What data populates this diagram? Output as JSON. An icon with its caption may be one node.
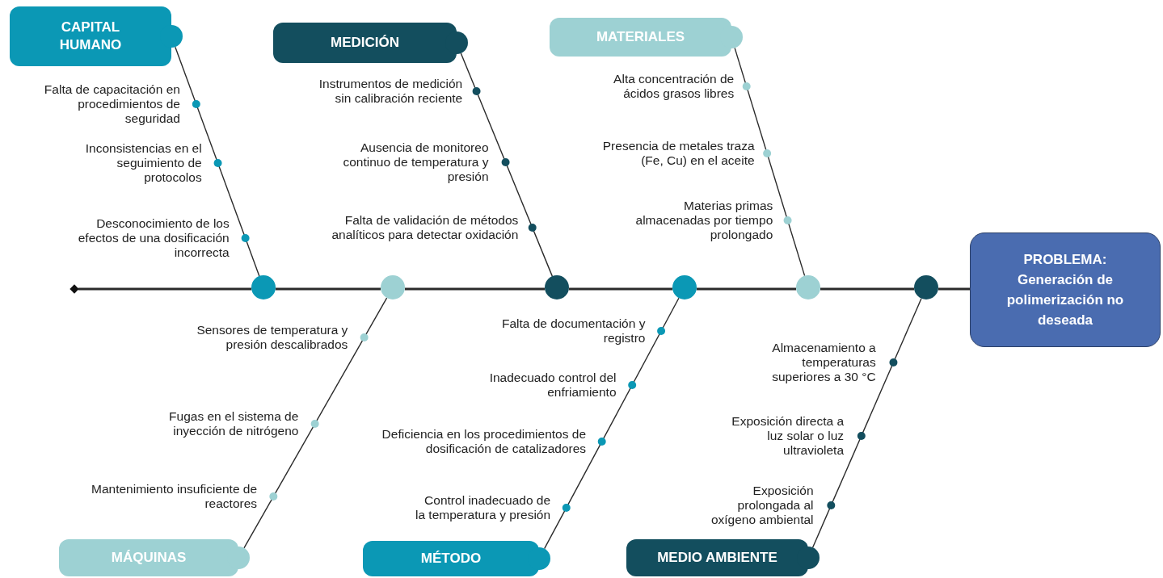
{
  "diagram": {
    "nodes": [
      {
        "text": [
          "CAPITAL HUMANO"
        ]
      },
      {
        "text": [
          "MEDICIÓN"
        ]
      },
      {
        "text": [
          "MATERIALES"
        ]
      },
      {
        "text": [
          "PROBLEMA:",
          "Generación de polimerización no deseada"
        ]
      },
      {
        "text": [
          "MÁQUINAS"
        ]
      },
      {
        "text": [
          "MÉTODO"
        ]
      },
      {
        "text": [
          "MEDIO AMBIENTE"
        ]
      },
      {
        "text": [],
        "shape": "diamond"
      },
      {
        "text": [],
        "shape": "circle"
      },
      {
        "text": [],
        "shape": "circle"
      },
      {
        "text": [],
        "shape": "circle"
      },
      {
        "text": [],
        "shape": "circle"
      },
      {
        "text": [],
        "shape": "circle"
      },
      {
        "text": [],
        "shape": "circle"
      }
    ],
    "edges": [
      {
        "from": 0,
        "to": 8,
        "arrow": "none"
      },
      {
        "from": 1,
        "to": 10,
        "arrow": "none"
      },
      {
        "from": 2,
        "to": 12,
        "arrow": "none"
      },
      {
        "from": 4,
        "to": 9,
        "arrow": "none"
      },
      {
        "from": 5,
        "to": 11,
        "arrow": "none"
      },
      {
        "from": 6,
        "to": 13,
        "arrow": "none"
      },
      {
        "from": 7,
        "to": 8,
        "arrow": "none"
      },
      {
        "from": 8,
        "to": 9,
        "arrow": "none"
      },
      {
        "from": 9,
        "to": 10,
        "arrow": "none"
      },
      {
        "from": 10,
        "to": 11,
        "arrow": "none"
      },
      {
        "from": 11,
        "to": 12,
        "arrow": "none"
      },
      {
        "from": 12,
        "to": 13,
        "arrow": "none"
      },
      {
        "from": 13,
        "to": 3,
        "arrow": "none"
      }
    ],
    "labels": [
      "Falta de capacitación en procedimientos de seguridad",
      "Inconsistencias en el seguimiento de protocolos",
      "Desconocimiento de los efectos de una dosificación incorrecta",
      "Instrumentos de medición sin calibración reciente",
      "Ausencia de monitoreo continuo de temperatura y presión",
      "Falta de validación de métodos analíticos para detectar oxidación",
      "Alta concentración de ácidos grasos libres",
      "Presencia de metales traza (Fe, Cu) en el aceite",
      "Materias primas almacenadas por tiempo prolongado",
      "Sensores de temperatura y presión descalibrados",
      "Fugas en el sistema de inyección de nitrógeno",
      "Mantenimiento insuficiente de reactores",
      "Falta de documentación y registro",
      "Inadecuado control del enfriamiento",
      "Deficiencia en los procedimientos de dosificación de catalizadores",
      "Control inadecuado de la temperatura y presión",
      "Almacenamiento a temperaturas superiores a 30 °C",
      "Exposición directa a luz solar o luz ultravioleta",
      "Exposición prolongada al oxígeno ambiental"
    ]
  }
}
